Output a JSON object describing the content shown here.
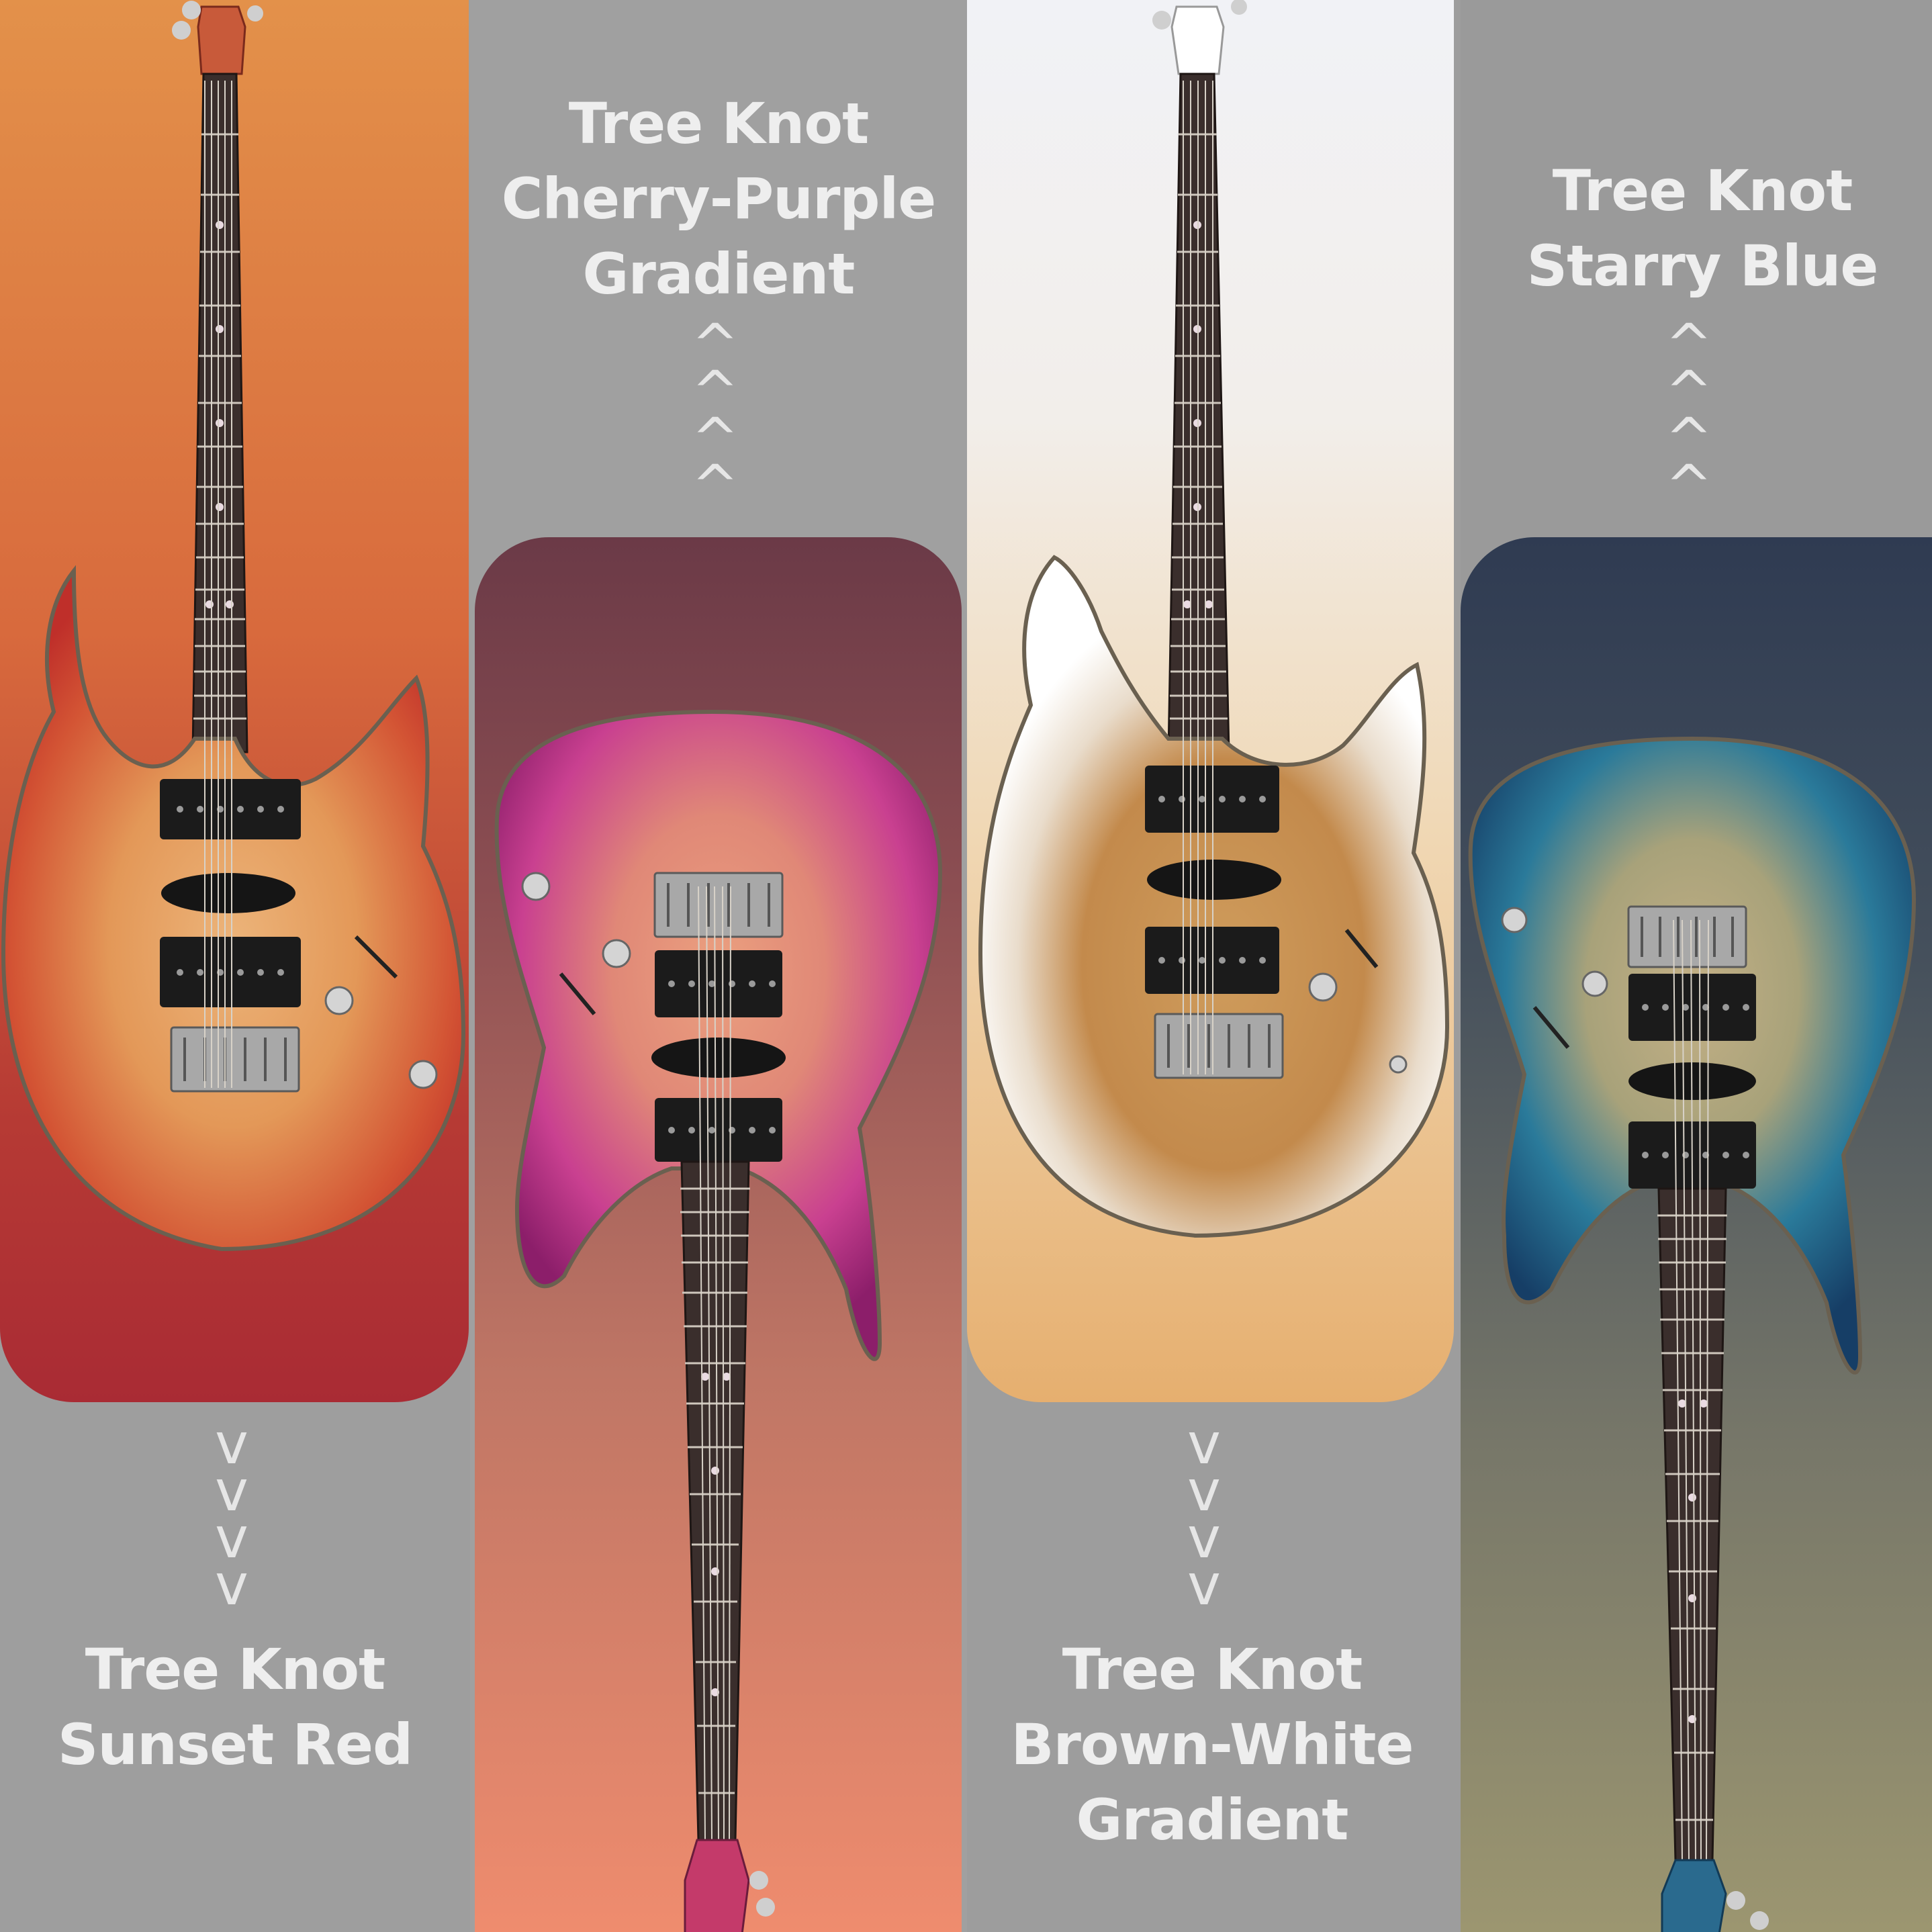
{
  "guitars": [
    {
      "name_line1": "Tree Knot",
      "name_line2": "Sunset Red",
      "name_line3": "",
      "arrow_direction": "down",
      "panel_color": "#b93a35",
      "body_color": "#c94a2a",
      "body_center": "#e8a86a",
      "orientation": "headstock-up"
    },
    {
      "name_line1": "Tree Knot",
      "name_line2": "Cherry-Purple",
      "name_line3": "Gradient",
      "arrow_direction": "up",
      "panel_color": "#8c4e52",
      "body_color": "#a8287a",
      "body_center": "#e89a82",
      "orientation": "headstock-down"
    },
    {
      "name_line1": "Tree Knot",
      "name_line2": "Brown-White",
      "name_line3": "Gradient",
      "arrow_direction": "down",
      "panel_color": "#e6af6f",
      "body_color": "#f4f4f4",
      "body_center": "#c9965a",
      "orientation": "headstock-up"
    },
    {
      "name_line1": "Tree Knot",
      "name_line2": "Starry Blue",
      "name_line3": "",
      "arrow_direction": "up",
      "panel_color": "#45505c",
      "body_color": "#1f5a86",
      "body_center": "#b4a47a",
      "orientation": "headstock-down"
    }
  ],
  "arrows": {
    "up": "^",
    "down": "v"
  },
  "icons": {
    "guitar": "electric-guitar-icon"
  }
}
